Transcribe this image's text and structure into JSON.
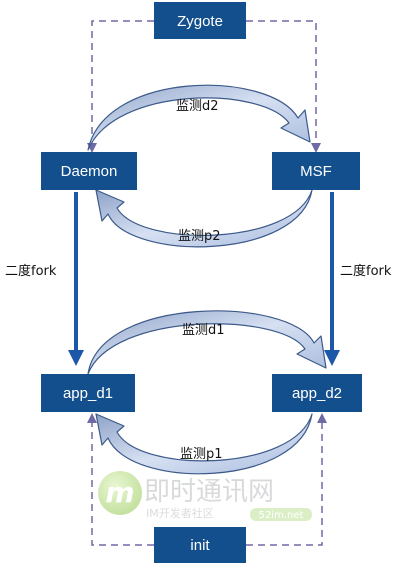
{
  "nodes": {
    "zygote": "Zygote",
    "daemon": "Daemon",
    "msf": "MSF",
    "app_d1": "app_d1",
    "app_d2": "app_d2",
    "init": "init"
  },
  "edges": {
    "monitor_d2": "监测d2",
    "monitor_p2": "监测p2",
    "monitor_d1": "监测d1",
    "monitor_p1": "监测p1",
    "fork_left": "二度fork",
    "fork_right": "二度fork"
  },
  "watermark": {
    "logo_letter": "m",
    "title": "即时通讯网",
    "subtitle": "IM开发者社区",
    "site": "52im.net"
  },
  "colors": {
    "node_fill": "#124F8C",
    "node_text": "#FFFFFF",
    "dashed_line": "#6F6AA6",
    "fork_arrow": "#1D57A8",
    "curved_arrow_fill": "#B8C8E6",
    "curved_arrow_stroke": "#3C5A8A",
    "watermark_green": "#8EC74A"
  }
}
